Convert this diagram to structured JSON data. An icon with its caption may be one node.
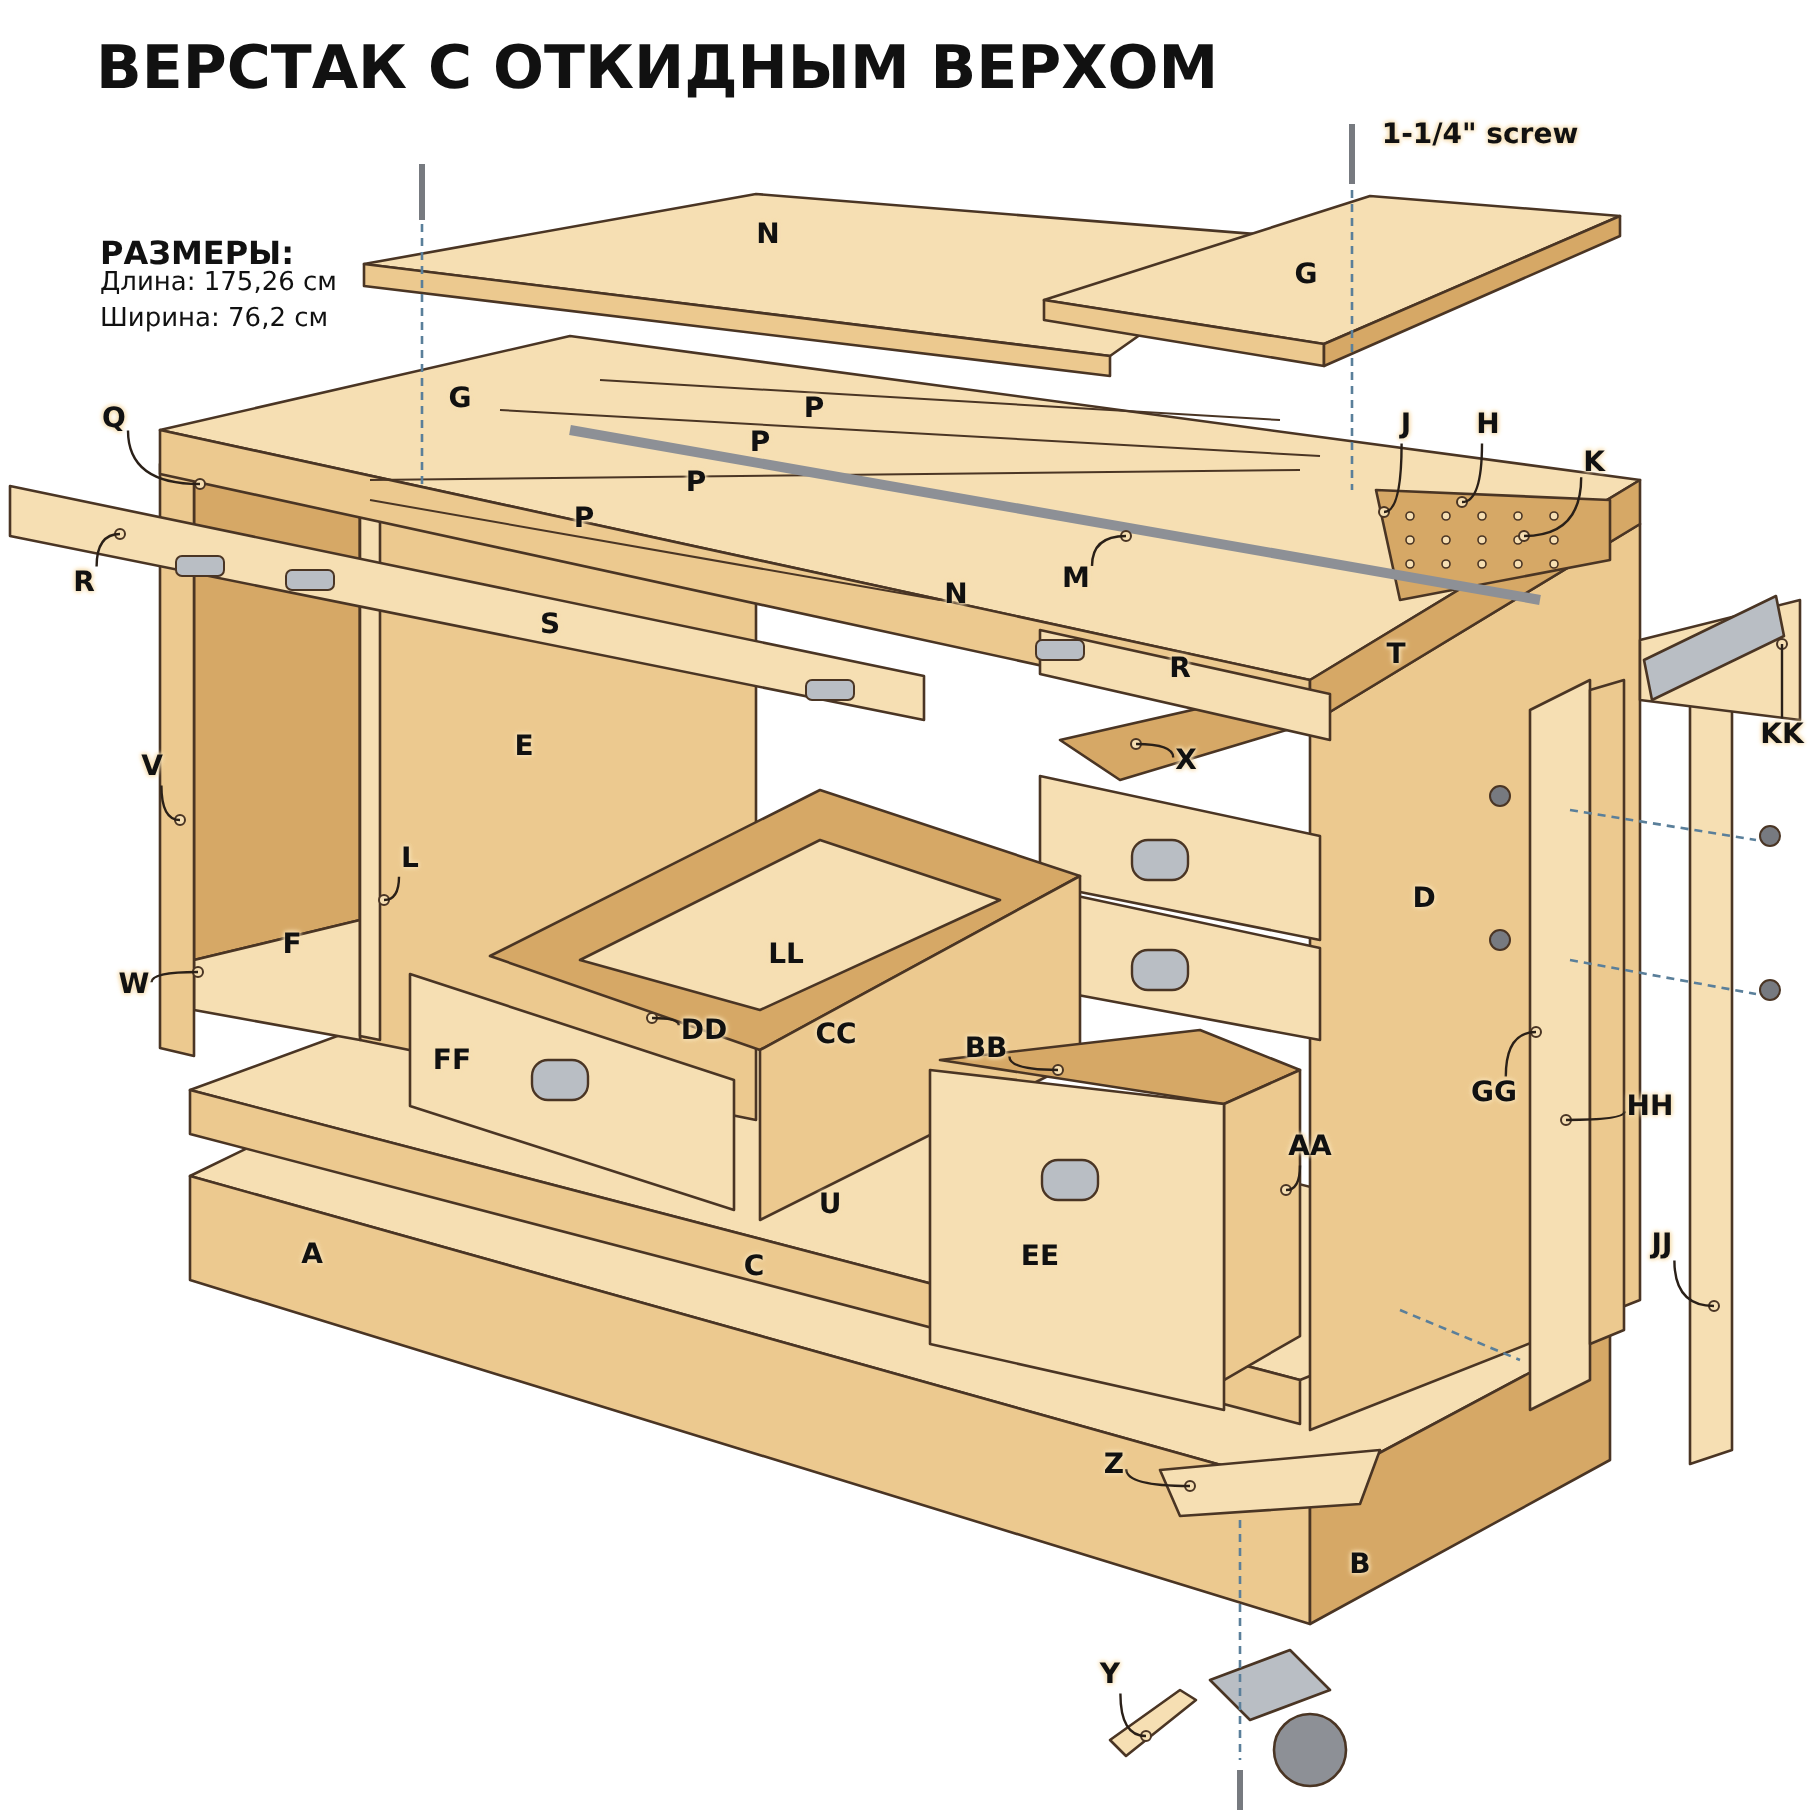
{
  "diagram": {
    "title": "ВЕРСТАК С ОТКИДНЫМ ВЕРХОМ",
    "nodes": [
      {
        "text": [
          "Q"
        ]
      },
      {
        "text": [
          "J"
        ]
      },
      {
        "text": [
          "H"
        ]
      },
      {
        "text": [
          "K"
        ]
      },
      {
        "text": [
          "M"
        ]
      },
      {
        "text": [
          "R"
        ]
      },
      {
        "text": [
          "KK"
        ]
      },
      {
        "text": [
          "X"
        ]
      },
      {
        "text": [
          "V"
        ]
      },
      {
        "text": [
          "L"
        ]
      },
      {
        "text": [
          "W"
        ]
      },
      {
        "text": [
          "DD"
        ]
      },
      {
        "text": [
          "BB"
        ]
      },
      {
        "text": [
          "GG"
        ]
      },
      {
        "text": [
          "HH"
        ]
      },
      {
        "text": [
          "AA"
        ]
      },
      {
        "text": [
          "JJ"
        ]
      },
      {
        "text": [
          "Z"
        ]
      },
      {
        "text": [
          "Y"
        ]
      }
    ],
    "edges": [
      {
        "from": 0,
        "to": null,
        "arrow": "none"
      },
      {
        "from": 1,
        "to": null,
        "arrow": "none"
      },
      {
        "from": 2,
        "to": null,
        "arrow": "none"
      },
      {
        "from": 3,
        "to": null,
        "arrow": "none"
      },
      {
        "from": 4,
        "to": null,
        "arrow": "none"
      },
      {
        "from": 5,
        "to": null,
        "arrow": "none"
      },
      {
        "from": 6,
        "to": null,
        "arrow": "none"
      },
      {
        "from": 7,
        "to": null,
        "arrow": "none"
      },
      {
        "from": 8,
        "to": null,
        "arrow": "none"
      },
      {
        "from": 9,
        "to": null,
        "arrow": "none"
      },
      {
        "from": 10,
        "to": null,
        "arrow": "none"
      },
      {
        "from": 11,
        "to": null,
        "arrow": "none"
      },
      {
        "from": 12,
        "to": null,
        "arrow": "none"
      },
      {
        "from": 13,
        "to": null,
        "arrow": "none"
      },
      {
        "from": 14,
        "to": null,
        "arrow": "none"
      },
      {
        "from": 15,
        "to": null,
        "arrow": "none"
      },
      {
        "from": 16,
        "to": null,
        "arrow": "none"
      },
      {
        "from": 17,
        "to": null,
        "arrow": "none"
      },
      {
        "from": 18,
        "to": null,
        "arrow": "none"
      }
    ],
    "labels": [
      "1-1/4\" screw",
      "N",
      "РАЗМЕРЫ:",
      "Длина: 175,26 см",
      "Ширина: 76,2 см",
      "G",
      "G",
      "P",
      "P",
      "P",
      "P",
      "N",
      "S",
      "T",
      "R",
      "E",
      "D",
      "F",
      "LL",
      "CC",
      "FF",
      "U",
      "A",
      "EE",
      "C",
      "B"
    ]
  }
}
